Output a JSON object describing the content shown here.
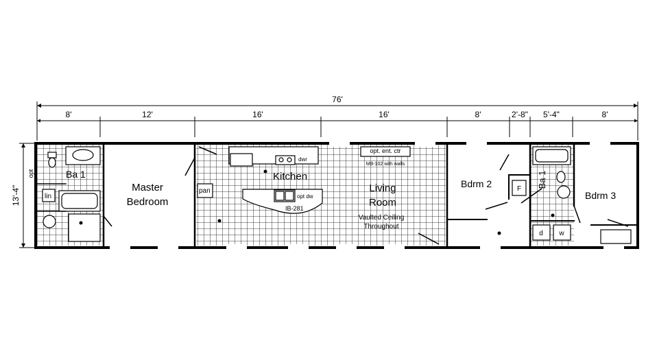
{
  "dimensions": {
    "overall": "76'",
    "depth": "13'-4\"",
    "segments": [
      "8'",
      "12'",
      "16'",
      "16'",
      "8'",
      "2'-8\"",
      "5'-4\"",
      "8'"
    ]
  },
  "rooms": {
    "bath1": "Ba 1",
    "master_line1": "Master",
    "master_line2": "Bedroom",
    "kitchen": "Kitchen",
    "living_line1": "Living",
    "living_line2": "Room",
    "vaulted_line1": "Vaulted Ceiling",
    "vaulted_line2": "Throughout",
    "bdrm2": "Bdrm 2",
    "bath2": "Ba 1",
    "bdrm3": "Bdrm 3"
  },
  "fixtures": {
    "opt": "opt",
    "lin": "lin",
    "pan": "pan",
    "dwr": "dwr",
    "opt_dw": "opt dw",
    "island": "IB-281",
    "ent_ctr": "opt. ent. ctr",
    "mb_note": "MB-102 with walls",
    "furnace": "F",
    "dryer": "d",
    "washer": "w"
  }
}
